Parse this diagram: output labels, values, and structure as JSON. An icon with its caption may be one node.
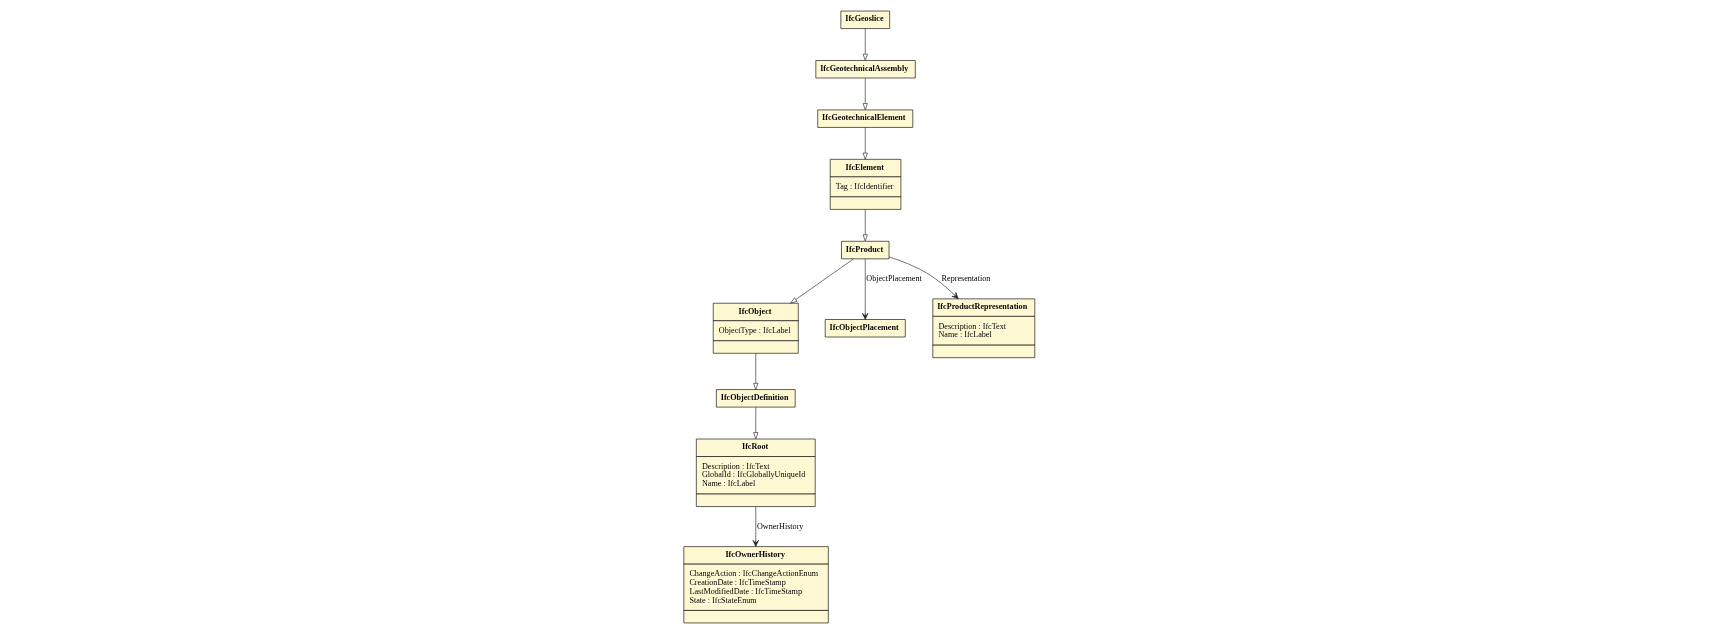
{
  "diagram": {
    "nodes": [
      {
        "text": [
          "IfcGeoslice"
        ]
      },
      {
        "text": [
          "IfcGeotechnicalAssembly"
        ]
      },
      {
        "text": [
          "IfcElement",
          "Tag : IfcIdentifier"
        ]
      },
      {
        "text": [
          "IfcGeotechnicalElement"
        ]
      },
      {
        "text": [
          "IfcProduct"
        ]
      },
      {
        "text": [
          "IfcObject",
          "ObjectType : IfcLabel"
        ]
      },
      {
        "text": [
          "IfcObjectDefinition"
        ]
      },
      {
        "text": [
          "IfcObjectPlacement"
        ]
      },
      {
        "text": [
          "IfcProductRepresentation",
          "Description : IfcText",
          "Name : IfcLabel"
        ]
      },
      {
        "text": [
          "IfcRoot",
          "Description : IfcText",
          "GlobalId : IfcGloballyUniqueId",
          "Name : IfcLabel"
        ]
      },
      {
        "text": [
          "IfcOwnerHistory",
          "ChangeAction : IfcChangeActionEnum",
          "CreationDate : IfcTimeStamp",
          "LastModifiedDate : IfcTimeStamp",
          "State : IfcStateEnum"
        ]
      }
    ],
    "edges": [
      {
        "from": 0,
        "to": 1,
        "arrow": "to"
      },
      {
        "from": 1,
        "to": 3,
        "arrow": "to"
      },
      {
        "from": 3,
        "to": 2,
        "arrow": "to"
      },
      {
        "from": 2,
        "to": 4,
        "arrow": "to"
      },
      {
        "from": 4,
        "to": 5,
        "arrow": "to"
      },
      {
        "from": 5,
        "to": 6,
        "arrow": "to"
      },
      {
        "from": 6,
        "to": 9,
        "arrow": "to"
      },
      {
        "from": 4,
        "to": 7,
        "arrow": "to",
        "label": "ObjectPlacement"
      },
      {
        "from": 4,
        "to": 8,
        "arrow": "to",
        "label": "Representation"
      },
      {
        "from": 9,
        "to": 10,
        "arrow": "to",
        "label": "OwnerHistory"
      }
    ]
  }
}
